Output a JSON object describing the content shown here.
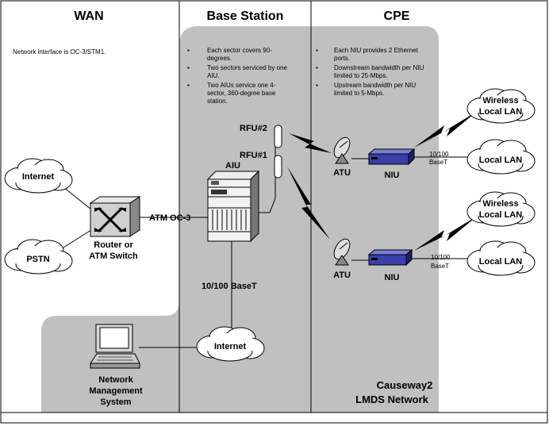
{
  "columns": {
    "wan": "WAN",
    "base_station": "Base Station",
    "cpe": "CPE"
  },
  "wan_note": "Network interface is OC-3/STM1.",
  "base_station_notes": [
    [
      "Each sector covers 90-",
      "degrees."
    ],
    [
      "Two sectors serviced by one",
      "AIU."
    ],
    [
      "Two AIUs service one 4-",
      "sector, 360-degree base",
      "station."
    ]
  ],
  "cpe_notes": [
    [
      "Each NIU provides 2 Ethernet",
      "ports."
    ],
    [
      "Downstream bandwidth per NIU",
      "limited to 25-Mbps."
    ],
    [
      "Upstream bandwidth per NIU",
      "limited to 5-Mbps."
    ]
  ],
  "nodes": {
    "internet_wan": "Internet",
    "pstn": "PSTN",
    "router": [
      "Router or",
      "ATM Switch"
    ],
    "atm_link": "ATM OC-3",
    "aiu": "AIU",
    "rfu2": "RFU#2",
    "rfu1": "RFU#1",
    "baset_link": "10/100 BaseT",
    "internet_lower": "Internet",
    "nms": [
      "Network",
      "Management",
      "System"
    ],
    "atu_top": "ATU",
    "atu_bottom": "ATU",
    "niu_top": "NIU",
    "niu_bottom": "NIU",
    "wireless_lan_top": [
      "Wireless",
      "Local LAN"
    ],
    "local_lan_top": "Local LAN",
    "wireless_lan_bottom": [
      "Wireless",
      "Local LAN"
    ],
    "local_lan_bottom": "Local LAN",
    "baset_top": [
      "10/100",
      "BaseT"
    ],
    "baset_bottom": [
      "10/100",
      "BaseT"
    ]
  },
  "footer": [
    "Causeway2",
    "LMDS Network"
  ]
}
